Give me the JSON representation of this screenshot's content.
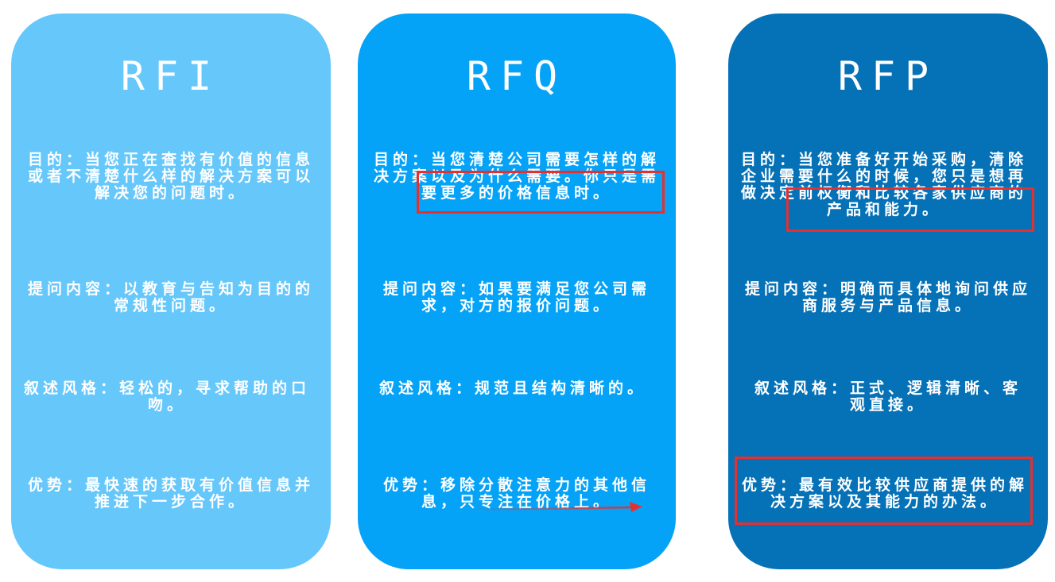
{
  "cards": [
    {
      "title": "RFI",
      "color": "#66c7fb",
      "sections": [
        {
          "label": "目的：",
          "text": "当您正在查找有价值的信息或者不清楚什么样的解决方案可以解决您的问题时。"
        },
        {
          "label": "提问内容：",
          "text": "以教育与告知为目的的常规性问题。"
        },
        {
          "label": "叙述风格：",
          "text": "轻松的，寻求帮助的口吻。"
        },
        {
          "label": "优势：",
          "text": "最快速的获取有价值信息并推进下一步合作。"
        }
      ]
    },
    {
      "title": "RFQ",
      "color": "#05a3f7",
      "sections": [
        {
          "label": "目的：",
          "text": "当您清楚公司需要怎样的解决方案以及为什么需要。你只是需要更多的价格信息时。"
        },
        {
          "label": "提问内容：",
          "text": "如果要满足您公司需求，对方的报价问题。"
        },
        {
          "label": "叙述风格：",
          "text": "规范且结构清晰的。"
        },
        {
          "label": "优势：",
          "text": "移除分散注意力的其他信息，只专注在价格上。"
        }
      ]
    },
    {
      "title": "RFP",
      "color": "#0571b6",
      "sections": [
        {
          "label": "目的：",
          "text": "当您准备好开始采购，清除企业需要什么的时候，您只是想再做决定前权衡和比较各家供应商的产品和能力。"
        },
        {
          "label": "提问内容：",
          "text": "明确而具体地询问供应商服务与产品信息。"
        },
        {
          "label": "叙述风格：",
          "text": "正式、逻辑清晰、客观直接。"
        },
        {
          "label": "优势：",
          "text": "最有效比较供应商提供的解决方案以及其能力的办法。"
        }
      ]
    }
  ],
  "annotation_color": "#e53030"
}
